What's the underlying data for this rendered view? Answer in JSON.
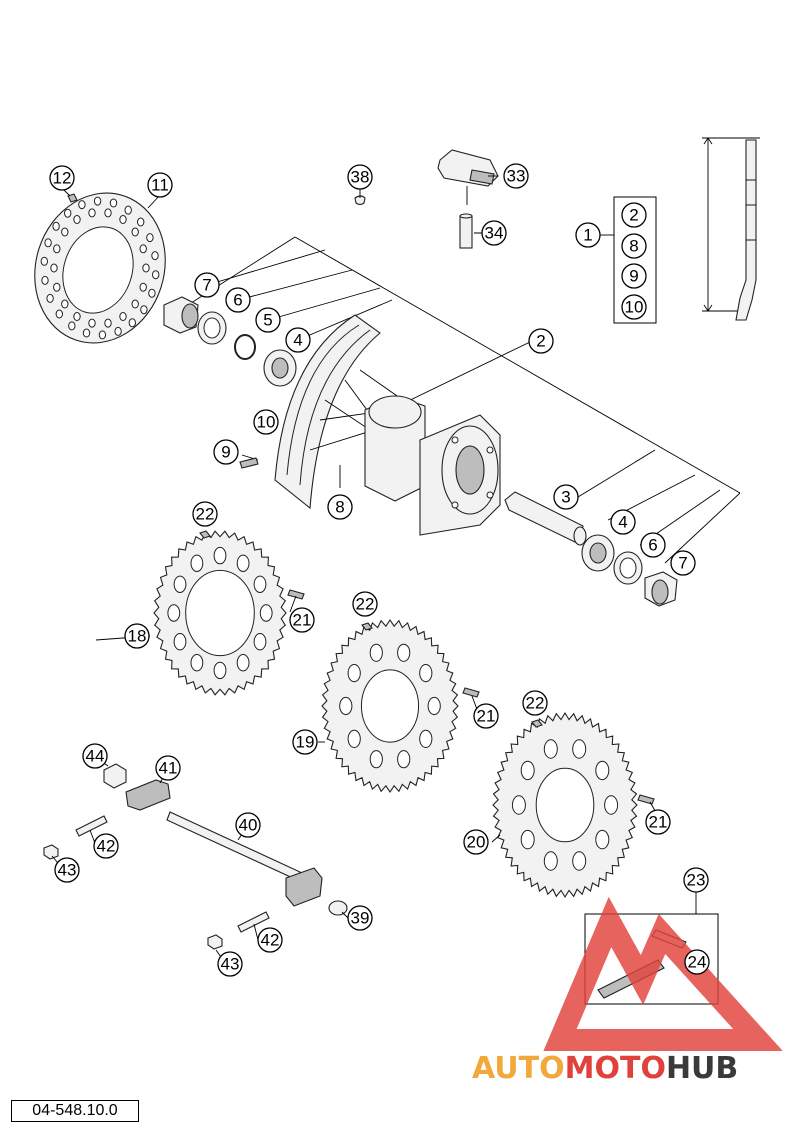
{
  "document_code": "04-548.10.0",
  "watermark": {
    "text_part1": "AUTO",
    "text_part2": "MOTO",
    "text_part3": "HUB",
    "color_orange": "#f2a93b",
    "color_red": "#e0413b",
    "color_dark": "#3a3a3a"
  },
  "group_box_1": [
    "2",
    "8",
    "9",
    "10"
  ],
  "group_label_1": "1",
  "group_label_23": "23",
  "callouts": {
    "c12": "12",
    "c11": "11",
    "c38": "38",
    "c33": "33",
    "c34": "34",
    "c7a": "7",
    "c6a": "6",
    "c5": "5",
    "c4a": "4",
    "c2": "2",
    "c10": "10",
    "c9": "9",
    "c8": "8",
    "c3": "3",
    "c4b": "4",
    "c6b": "6",
    "c7b": "7",
    "c22a": "22",
    "c21a": "21",
    "c18": "18",
    "c22b": "22",
    "c21b": "21",
    "c19": "19",
    "c22c": "22",
    "c21c": "21",
    "c20": "20",
    "c44": "44",
    "c41": "41",
    "c40": "40",
    "c42a": "42",
    "c43a": "43",
    "c39": "39",
    "c42b": "42",
    "c43b": "43",
    "c24": "24"
  }
}
